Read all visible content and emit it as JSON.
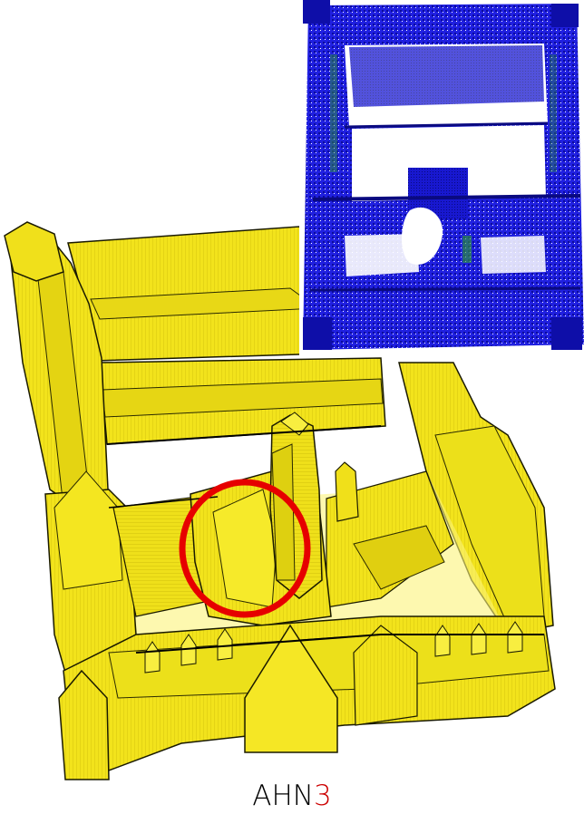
{
  "caption": {
    "label": "AHN",
    "number": "3",
    "number_color": "#cc0000",
    "label_color": "#000000"
  },
  "colors": {
    "model_fill": "#f5e61e",
    "model_shade": "#d9c800",
    "model_dark": "#b8a400",
    "model_edge": "#1a1a00",
    "pointcloud": "#1a1ad6",
    "pointcloud_dark": "#0a0a8c",
    "pointcloud_green": "#2e9e2e",
    "highlight_ring": "#e60000"
  },
  "icons": {
    "highlight": "red-circle-highlight"
  }
}
